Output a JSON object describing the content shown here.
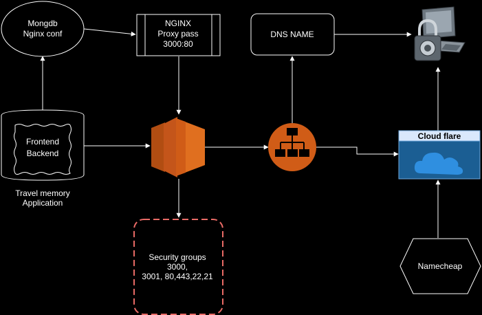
{
  "nodes": {
    "mongodb": {
      "line1": "Mongdb",
      "line2": "Nginx conf"
    },
    "nginx": {
      "line1": "NGINX",
      "line2": "Proxy pass",
      "line3": "3000:80"
    },
    "dns": {
      "label": "DNS NAME"
    },
    "app": {
      "line1": "Frontend",
      "line2": "Backend",
      "caption1": "Travel memory",
      "caption2": "Application"
    },
    "security": {
      "line1": "Security groups",
      "line2": "3000,",
      "line3": "3001, 80,443,22,21"
    },
    "cloudflare": {
      "title": "Cloud flare"
    },
    "namecheap": {
      "label": "Namecheap"
    }
  },
  "icons": {
    "ec2": "aws-ec2-icon",
    "load_balancer": "load-balancer-icon",
    "computer": "locked-computer-icon",
    "cloud": "cloud-icon"
  },
  "colors": {
    "background": "#000000",
    "node_stroke": "#ffffff",
    "ec2_orange": "#d05c17",
    "lb_orange": "#d05c17",
    "security_dash": "#ea6b66",
    "cloudflare_blue": "#1b5e93",
    "cloudflare_header": "#dae8fc"
  }
}
